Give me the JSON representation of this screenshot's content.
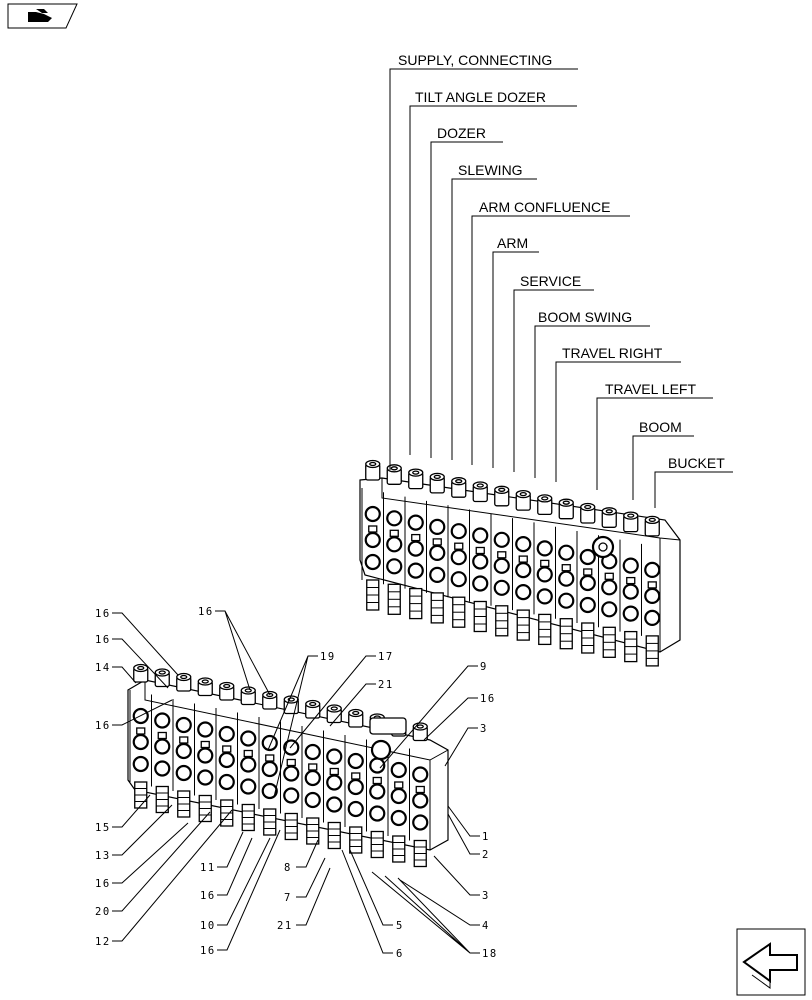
{
  "section_labels": [
    {
      "id": "supply",
      "text": "SUPPLY, CONNECTING"
    },
    {
      "id": "tilt",
      "text": "TILT ANGLE DOZER"
    },
    {
      "id": "dozer",
      "text": "DOZER"
    },
    {
      "id": "slewing",
      "text": "SLEWING"
    },
    {
      "id": "arm_conf",
      "text": "ARM CONFLUENCE"
    },
    {
      "id": "arm",
      "text": "ARM"
    },
    {
      "id": "service",
      "text": "SERVICE"
    },
    {
      "id": "boom_swing",
      "text": "BOOM SWING"
    },
    {
      "id": "travel_right",
      "text": "TRAVEL RIGHT"
    },
    {
      "id": "travel_left",
      "text": "TRAVEL LEFT"
    },
    {
      "id": "boom",
      "text": "BOOM"
    },
    {
      "id": "bucket",
      "text": "BUCKET"
    }
  ],
  "callouts": {
    "c16a": "16",
    "c16b": "16",
    "c14": "14",
    "c16c": "16",
    "c16d": "16",
    "c19": "19",
    "c17": "17",
    "c21a": "21",
    "c9": "9",
    "c16e": "16",
    "c3a": "3",
    "c15": "15",
    "c13": "13",
    "c16f": "16",
    "c20": "20",
    "c12": "12",
    "c11": "11",
    "c16g": "16",
    "c10": "10",
    "c16h": "16",
    "c8": "8",
    "c7": "7",
    "c21b": "21",
    "c5": "5",
    "c6": "6",
    "c4": "4",
    "c18": "18",
    "c3b": "3",
    "c2": "2",
    "c1": "1"
  },
  "icons": {
    "top_left": "book-hand-icon",
    "bottom_right": "arrow-back-icon"
  }
}
